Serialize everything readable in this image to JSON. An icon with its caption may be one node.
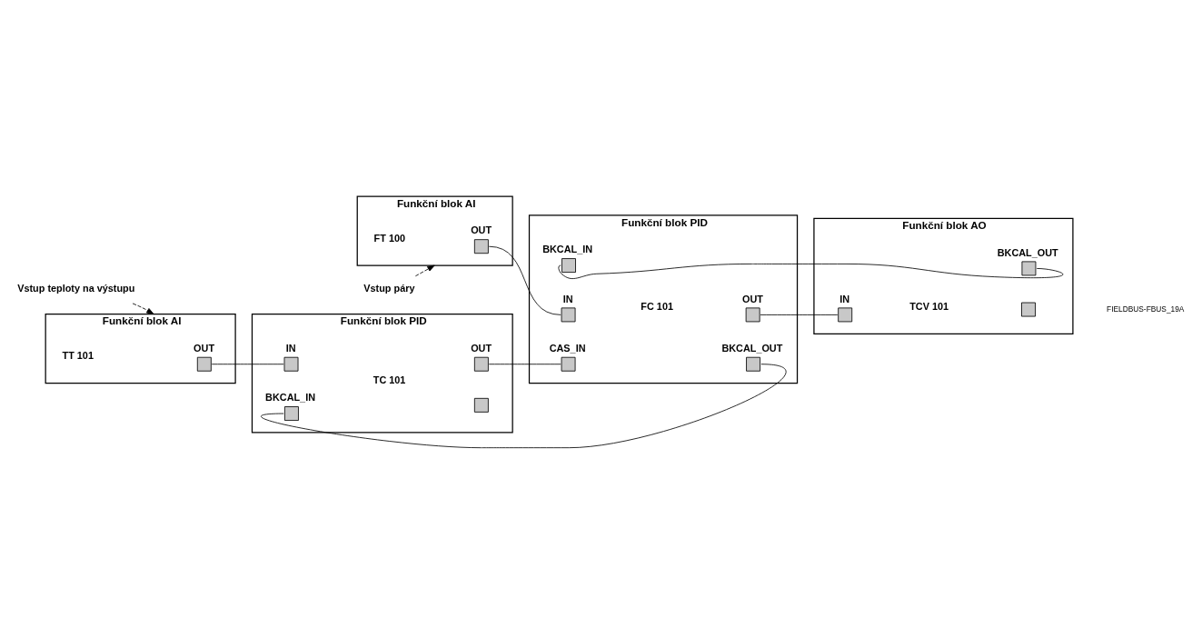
{
  "diagram": {
    "nodes": [
      {
        "text": [
          "Vstup teploty na výstupu"
        ]
      },
      {
        "text": [
          "Funkční blok AI"
        ],
        "beside": [
          "TT 101"
        ]
      },
      {
        "text": [],
        "shape": "box",
        "in": 1,
        "beside": [
          "OUT"
        ]
      },
      {
        "text": [
          "Funkční blok PID"
        ],
        "beside": [
          "TC 101"
        ]
      },
      {
        "text": [],
        "shape": "box",
        "in": 3,
        "beside": [
          "BKCAL_IN"
        ]
      },
      {
        "text": [],
        "shape": "box",
        "in": 3
      },
      {
        "text": [],
        "shape": "box",
        "in": 3,
        "beside": [
          "IN"
        ]
      },
      {
        "text": [],
        "shape": "box",
        "in": 3,
        "beside": [
          "OUT"
        ]
      },
      {
        "text": [
          "Vstup páry"
        ]
      },
      {
        "text": [
          "Funkční blok AI"
        ],
        "beside": [
          "FT 100"
        ]
      },
      {
        "text": [],
        "shape": "box",
        "in": 9,
        "beside": [
          "OUT"
        ]
      },
      {
        "text": [
          "Funkční blok PID"
        ],
        "beside": [
          "FC 101"
        ]
      },
      {
        "text": [],
        "shape": "box",
        "in": 11,
        "beside": [
          "BKCAL_IN"
        ]
      },
      {
        "text": [],
        "shape": "box",
        "in": 11,
        "beside": [
          "CAS_IN"
        ]
      },
      {
        "text": [],
        "shape": "box",
        "in": 11,
        "beside": [
          "IN"
        ]
      },
      {
        "text": [],
        "shape": "box",
        "in": 11,
        "beside": [
          "BKCAL_OUT"
        ]
      },
      {
        "text": [],
        "shape": "box",
        "in": 11,
        "beside": [
          "OUT"
        ]
      },
      {
        "text": [
          "Funkční blok AO"
        ],
        "beside": [
          "TCV 101"
        ]
      },
      {
        "text": [],
        "shape": "box",
        "in": 17,
        "beside": [
          "IN"
        ]
      },
      {
        "text": [],
        "shape": "box",
        "in": 17,
        "beside": [
          "BKCAL_OUT"
        ]
      },
      {
        "text": [],
        "shape": "box",
        "in": 17
      }
    ],
    "edges": [
      {
        "from": 0,
        "to": 1,
        "arrow": "to",
        "style": "dashed"
      },
      {
        "from": 2,
        "to": 6,
        "arrow": "none"
      },
      {
        "from": 15,
        "to": 4,
        "arrow": "none"
      },
      {
        "from": 7,
        "to": 13,
        "arrow": "none"
      },
      {
        "from": 8,
        "to": 9,
        "arrow": "to",
        "style": "dashed"
      },
      {
        "from": 10,
        "to": 14,
        "arrow": "none"
      },
      {
        "from": 16,
        "to": 18,
        "arrow": "none"
      },
      {
        "from": 19,
        "to": 12,
        "arrow": "none"
      }
    ],
    "labels": [
      "FIELDBUS-FBUS_19A"
    ]
  }
}
